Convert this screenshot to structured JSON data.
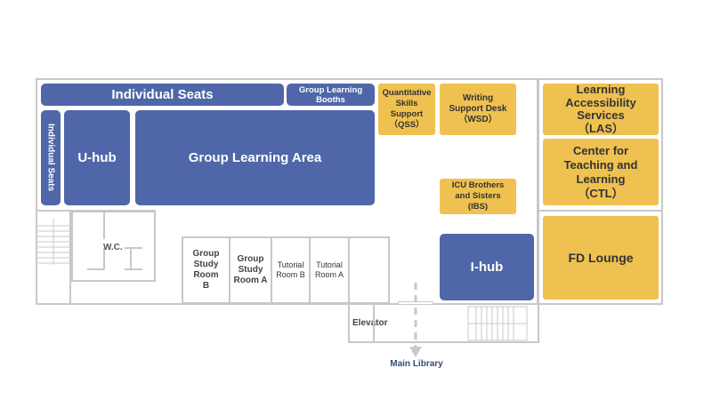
{
  "colors": {
    "blue": "#4f67a8",
    "yellow": "#eec150",
    "wall": "#c8c8c8",
    "dark_text": "#333333",
    "library_text": "#3b4a7a"
  },
  "zones": {
    "individual_seats_top": "Individual Seats",
    "group_learning_booths": "Group Learning\nBooths",
    "individual_seats_side": "Individual Seats",
    "u_hub": "U-hub",
    "group_learning_area": "Group Learning Area",
    "qss": "Quantitative\nSkills\nSupport\n（QSS）",
    "wsd": "Writing\nSupport Desk\n（WSD）",
    "ibs": "ICU Brothers\nand Sisters\n(IBS)",
    "i_hub": "I-hub",
    "las": "Learning\nAccessibility\nServices\n（LAS）",
    "ctl": "Center for\nTeaching and\nLearning\n（CTL）",
    "fd_lounge": "FD Lounge"
  },
  "rooms": {
    "wc": "W.C.",
    "group_study_room_b": "Group\nStudy\nRoom\nB",
    "group_study_room_a": "Group\nStudy\nRoom A",
    "tutorial_room_b": "Tutorial\nRoom B",
    "tutorial_room_a": "Tutorial\nRoom A",
    "elevator": "Elevator"
  },
  "exit": {
    "label": "Main Library",
    "icon": "arrow-down-icon"
  }
}
